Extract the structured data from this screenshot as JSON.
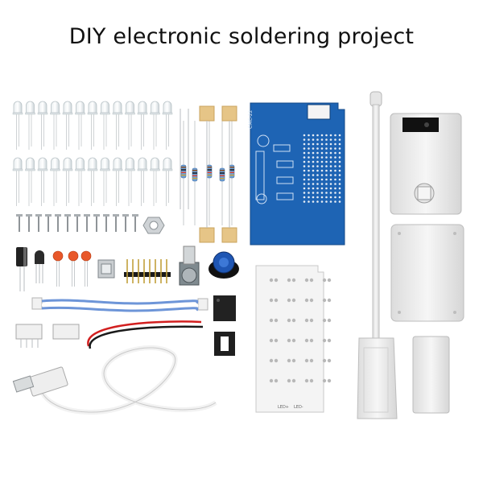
{
  "title": "DIY electronic soldering project",
  "pcb": {
    "silkscreen_label": "CMC-22",
    "panel_labels": [
      "LED+",
      "LED-"
    ]
  },
  "colors": {
    "pcb_blue": "#1e64b4",
    "led_panel": "#f4f4f4",
    "enclosure": "#ececec",
    "wire_red": "#d21f1f",
    "wire_black": "#1a1a1a",
    "ribbon_blue": "#6d95d8",
    "capacitor_orange": "#e8582a",
    "cable_white": "#f2f2f2"
  }
}
